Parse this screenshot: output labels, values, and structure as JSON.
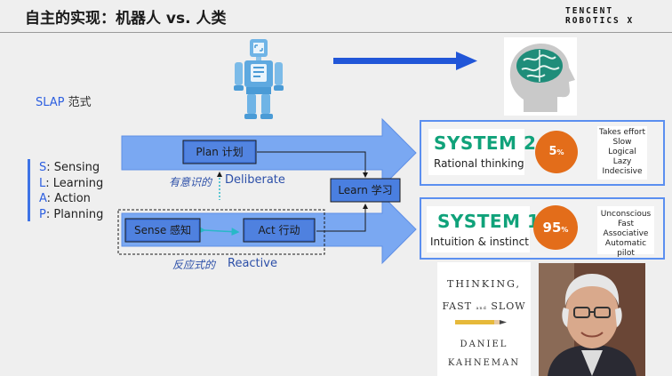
{
  "title": "自主的实现：机器人 vs. 人类",
  "brand": {
    "line1": "TENCENT",
    "line2": "ROBOTICS X"
  },
  "slap": {
    "title_en": "SLAP",
    "title_cn": "范式",
    "items": [
      {
        "key": "S",
        "value": ": Sensing"
      },
      {
        "key": "L",
        "value": ": Learning"
      },
      {
        "key": "A",
        "value": ": Action"
      },
      {
        "key": "P",
        "value": ": Planning"
      }
    ]
  },
  "diagram": {
    "plan": "Plan 计划",
    "learn": "Learn 学习",
    "sense": "Sense 感知",
    "act": "Act 行动",
    "deliberate_cn": "有意识的",
    "deliberate_en": "Deliberate",
    "reactive_cn": "反应式的",
    "reactive_en": "Reactive"
  },
  "system2": {
    "name": "SYSTEM 2",
    "subtitle": "Rational thinking",
    "percent": "5",
    "percent_sign": "%",
    "traits": [
      "Takes effort",
      "Slow",
      "Logical",
      "Lazy",
      "Indecisive"
    ]
  },
  "system1": {
    "name": "SYSTEM 1",
    "subtitle": "Intuition & instinct",
    "percent": "95",
    "percent_sign": "%",
    "traits": [
      "Unconscious",
      "Fast",
      "Associative",
      "Automatic pilot"
    ]
  },
  "book": {
    "line1": "THINKING,",
    "line2a": "FAST",
    "line2b": "and",
    "line2c": "SLOW",
    "author1": "DANIEL",
    "author2": "KAHNEMAN"
  },
  "colors": {
    "accent_blue": "#2d5fe0",
    "arrow_blue": "#7aa8f2",
    "system_green": "#10a27a",
    "percent_orange": "#e36d1a"
  },
  "icons": {
    "robot": "robot-icon",
    "head": "brain-head-icon"
  }
}
